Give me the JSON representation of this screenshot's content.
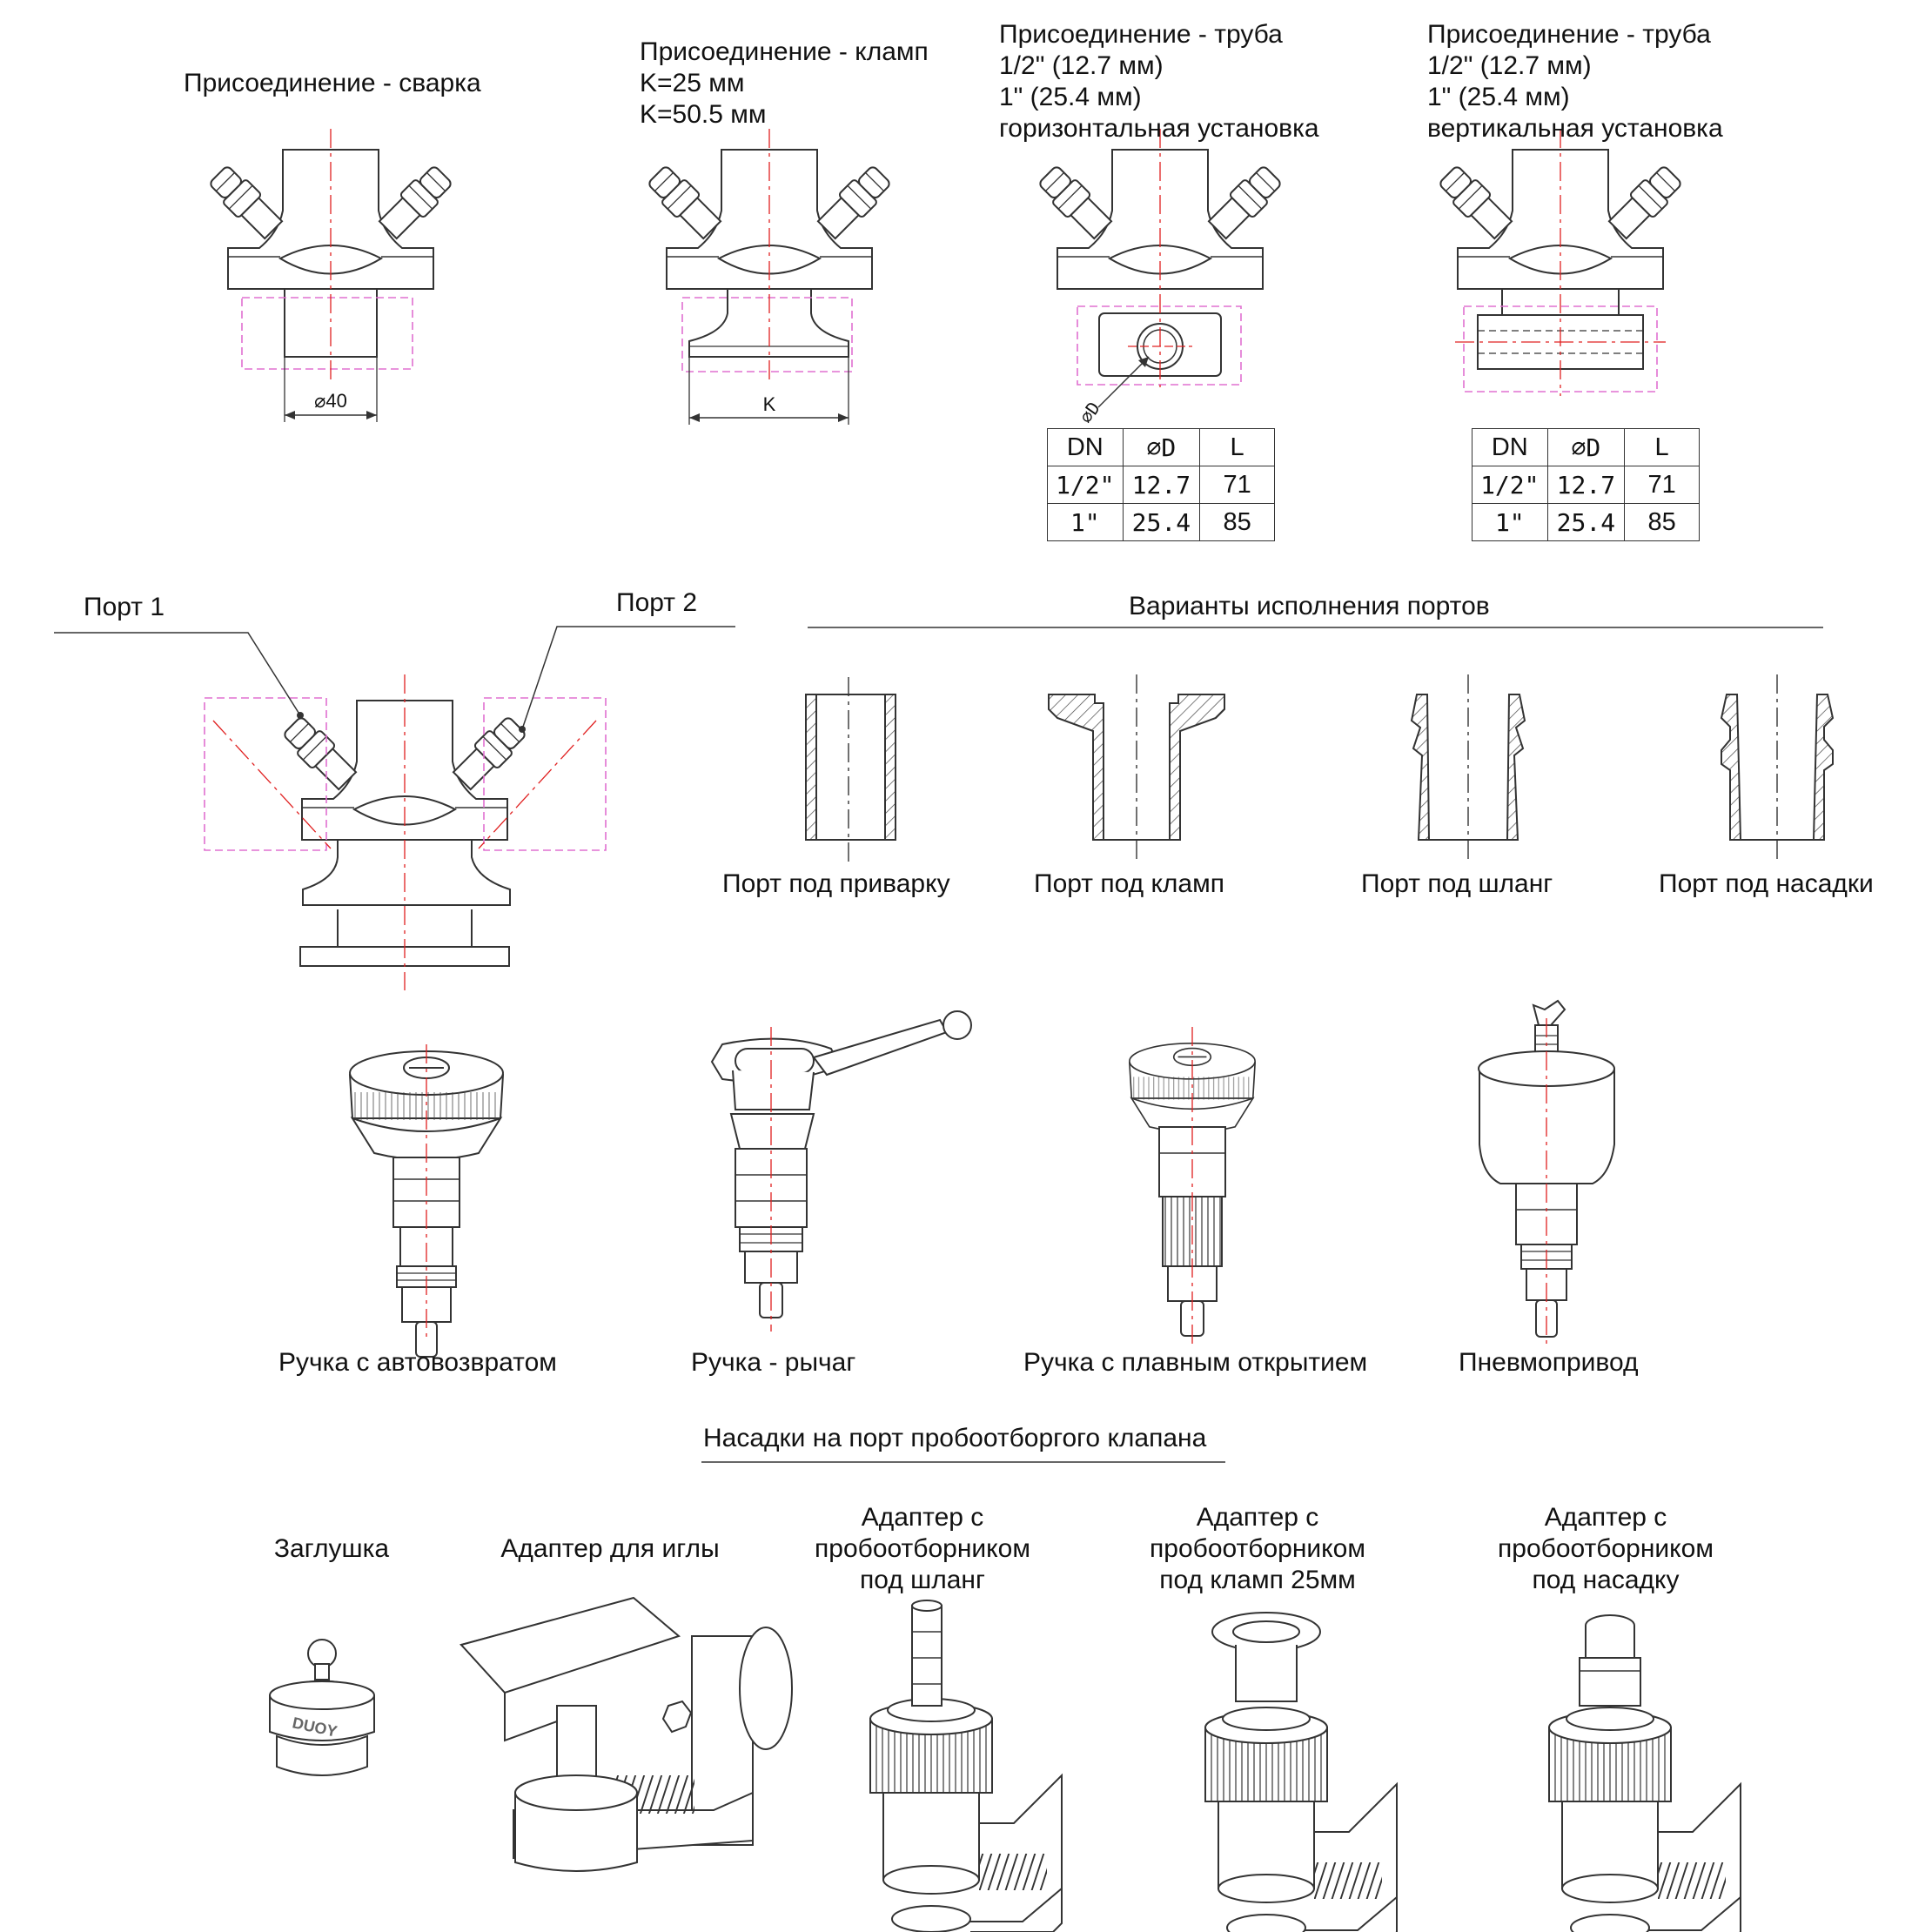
{
  "connections": {
    "weld": {
      "title": "Присоединение - сварка",
      "dim": "⌀40"
    },
    "clamp": {
      "lines": [
        "Присоединение - кламп",
        "K=25 мм",
        "K=50.5 мм"
      ],
      "dim": "K"
    },
    "pipe_h": {
      "lines": [
        "Присоединение - труба",
        "1/2\" (12.7 мм)",
        "1\" (25.4 мм)",
        "горизонтальная установка"
      ],
      "dim": "⌀D"
    },
    "pipe_v": {
      "lines": [
        "Присоединение - труба",
        "1/2\" (12.7 мм)",
        "1\" (25.4 мм)",
        "вертикальная установка"
      ]
    }
  },
  "pipe_table": {
    "headers": [
      "DN",
      "⌀D",
      "L"
    ],
    "rows": [
      [
        "1/2\"",
        "12.7",
        "71"
      ],
      [
        "1\"",
        "25.4",
        "85"
      ]
    ]
  },
  "ports": {
    "port1": "Порт 1",
    "port2": "Порт 2"
  },
  "port_variants": {
    "header": "Варианты исполнения портов",
    "items": [
      "Порт под приварку",
      "Порт под кламп",
      "Порт под шланг",
      "Порт под насадки"
    ]
  },
  "handles": [
    "Ручка с автовозвратом",
    "Ручка - рычаг",
    "Ручка с плавным открытием",
    "Пневмопривод"
  ],
  "attachments": {
    "header": "Насадки на порт пробоотборгого клапана",
    "items": [
      {
        "lines": [
          "Заглушка"
        ]
      },
      {
        "lines": [
          "Адаптер для иглы"
        ]
      },
      {
        "lines": [
          "Адаптер с",
          "пробоотборником",
          "под шланг"
        ]
      },
      {
        "lines": [
          "Адаптер с",
          "пробоотборником",
          "под кламп 25мм"
        ]
      },
      {
        "lines": [
          "Адаптер с",
          "пробоотборником",
          "под насадку"
        ]
      }
    ],
    "plug_logo": "DUOY"
  },
  "colors": {
    "line": "#333333",
    "centerline": "#e02020",
    "dash_box": "#e070d0"
  }
}
